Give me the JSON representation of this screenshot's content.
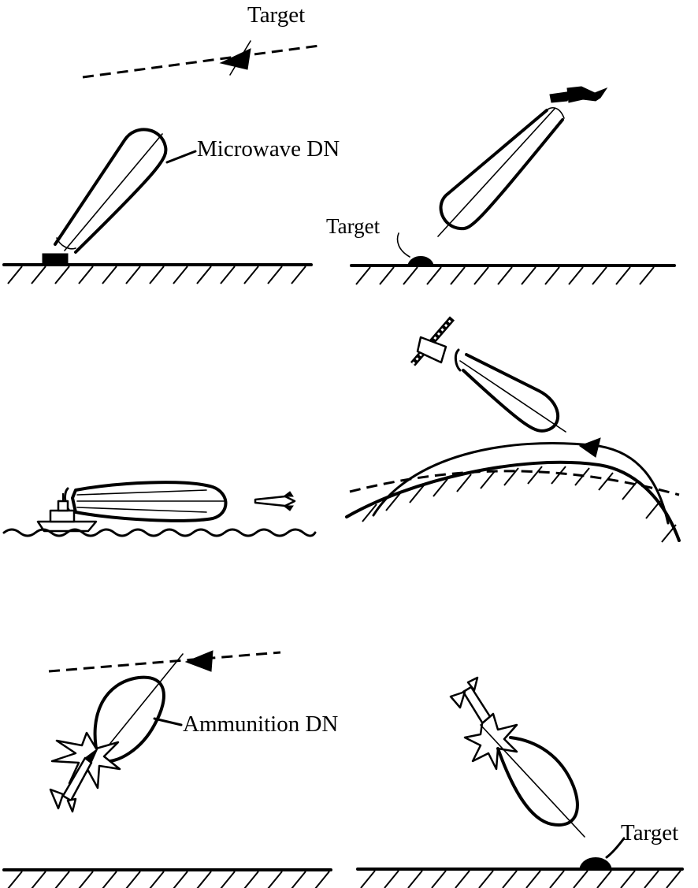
{
  "labels": {
    "target_top": "Target",
    "microwave_dn": "Microwave DN",
    "target_ground": "Target",
    "ammunition_dn": "Ammunition DN",
    "target_bottom": "Target"
  },
  "colors": {
    "ink": "#000000",
    "background": "#ffffff"
  }
}
